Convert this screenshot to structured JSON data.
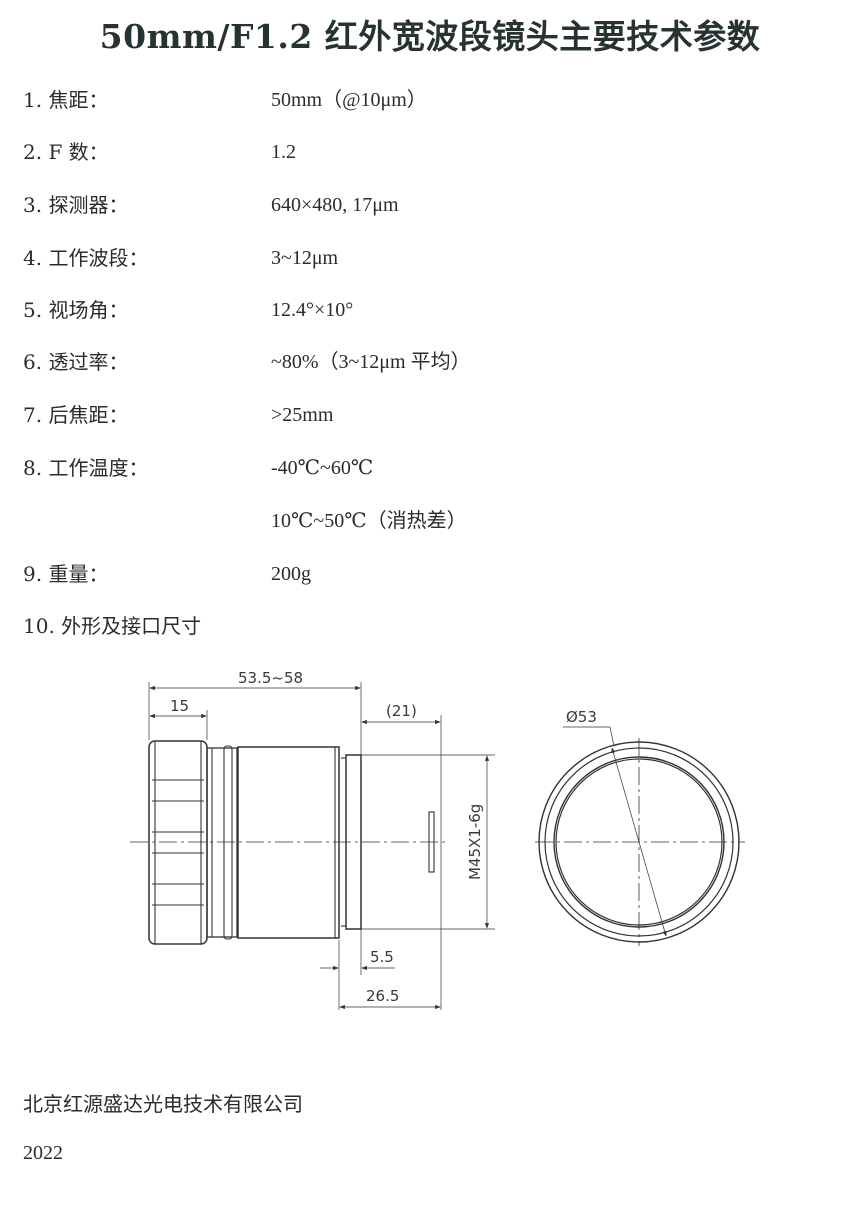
{
  "document": {
    "title": "50mm/F1.2 红外宽波段镜头主要技术参数"
  },
  "specs": [
    {
      "label": "1.  焦距：",
      "value": "50mm（@10μm）"
    },
    {
      "label": "2. F 数：",
      "value": "1.2"
    },
    {
      "label": "3.  探测器：",
      "value": "640×480, 17μm"
    },
    {
      "label": "4.  工作波段：",
      "value": "3~12μm"
    },
    {
      "label": "5.  视场角：",
      "value": "12.4°×10°"
    },
    {
      "label": "6.  透过率：",
      "value": "~80%（3~12μm 平均）"
    },
    {
      "label": "7.  后焦距：",
      "value": ">25mm"
    },
    {
      "label": "8.  工作温度：",
      "value": "-40℃~60℃",
      "value2": "10℃~50℃（消热差）"
    },
    {
      "label": "9.  重量：",
      "value": "200g"
    },
    {
      "label": "10.  外形及接口尺寸",
      "value": ""
    }
  ],
  "drawing": {
    "dimensions": {
      "overall_length": "53.5~58",
      "knurl_width": "15",
      "back_focal": "(21)",
      "thread": "M45X1-6g",
      "flange": "5.5",
      "rear_length": "26.5",
      "diameter": "Ø53"
    }
  },
  "footer": {
    "company": "北京红源盛达光电技术有限公司",
    "year": "2022"
  }
}
